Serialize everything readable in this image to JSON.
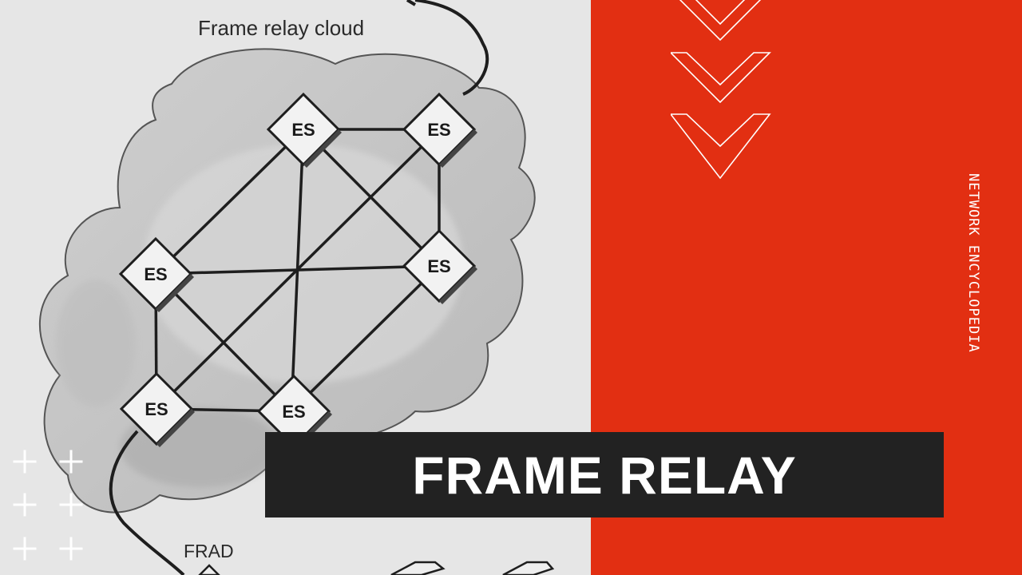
{
  "diagram": {
    "cloud_label": "Frame relay cloud",
    "frad_label": "FRAD",
    "switch_label": "ES",
    "switch_count": 6
  },
  "title": "FRAME RELAY",
  "side_label": "NETWORK ENCYCLOPEDIA",
  "colors": {
    "accent": "#e22f12",
    "banner": "#222222",
    "diagram_bg": "#e6e6e6"
  }
}
